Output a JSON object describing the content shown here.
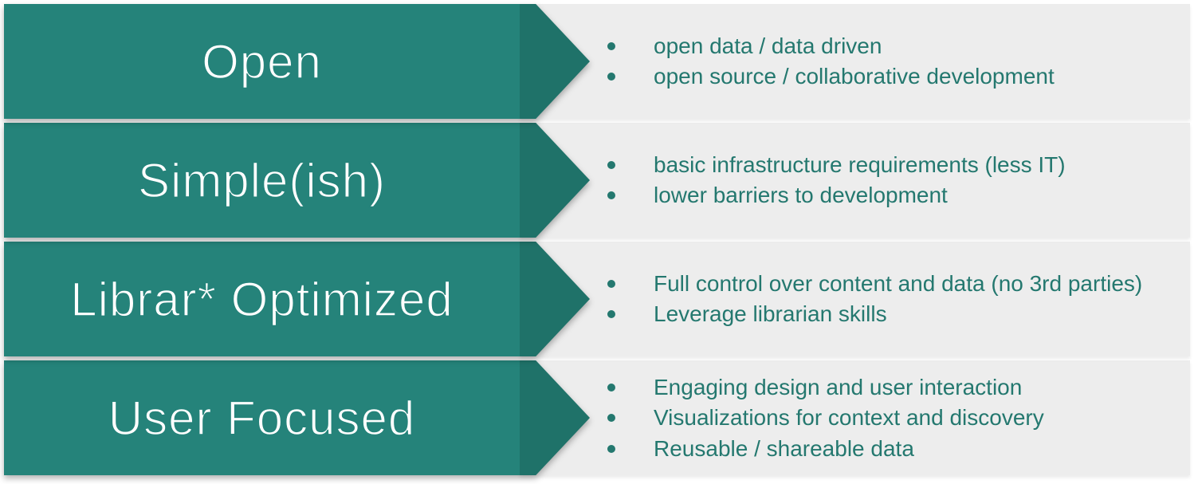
{
  "slide": {
    "rows": [
      {
        "title": "Open",
        "bullets": [
          "open data / data driven",
          "open source / collaborative development"
        ]
      },
      {
        "title": "Simple(ish)",
        "bullets": [
          "basic infrastructure requirements (less IT)",
          "lower barriers to development"
        ]
      },
      {
        "title": "Librar* Optimized",
        "bullets": [
          "Full control over content and data (no 3rd parties)",
          "Leverage librarian skills"
        ]
      },
      {
        "title": "User Focused",
        "bullets": [
          "Engaging design and user interaction",
          "Visualizations for context and discovery",
          "Reusable / shareable data"
        ]
      }
    ],
    "theme": {
      "banner_color": "#25837A",
      "arrow_color": "#1F7269",
      "panel_color": "#EDEDED",
      "text_color": "#24786F",
      "title_color": "#FFFFFF",
      "background": "#FFFFFF"
    }
  }
}
